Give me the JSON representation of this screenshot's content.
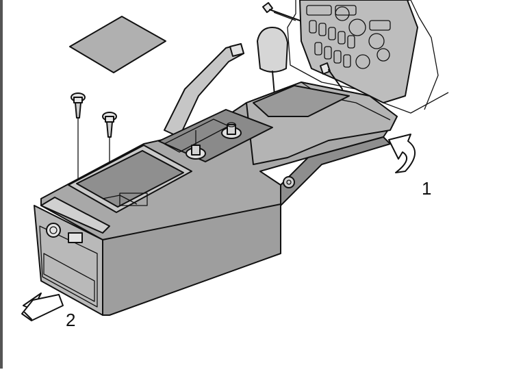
{
  "diagram": {
    "callouts": [
      {
        "id": "1",
        "label": "1"
      },
      {
        "id": "2",
        "label": "2"
      }
    ],
    "colors": {
      "body": "#a8a8a8",
      "body_dark": "#8e8e8e",
      "body_light": "#c4c4c4",
      "outline": "#111111",
      "background": "#ffffff"
    },
    "icons": [
      "curved-arrow-icon",
      "straight-arrow-icon",
      "screw-icon"
    ]
  }
}
